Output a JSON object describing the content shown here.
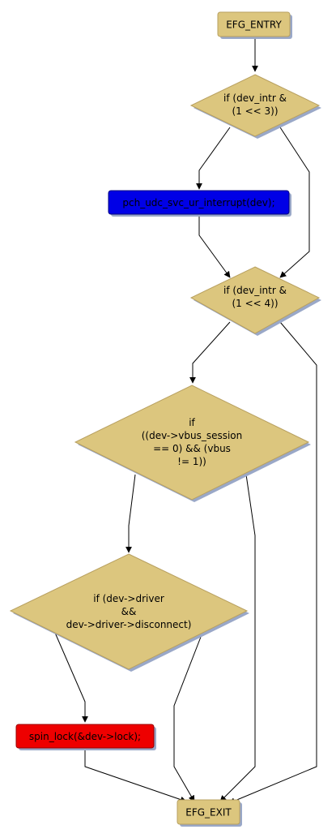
{
  "colors": {
    "decision_fill": "#dcc67e",
    "decision_stroke": "#b8a060",
    "shadow": "#9aa8c8",
    "entry_exit_fill": "#dcc67e",
    "process_blue": "#0000e6",
    "process_red": "#ee0000",
    "edge": "#000000"
  },
  "nodes": {
    "entry": {
      "label": "EFG_ENTRY"
    },
    "decision1": {
      "lines": [
        "if (dev_intr &",
        "(1 << 3))"
      ]
    },
    "process_ur": {
      "label": "pch_udc_svc_ur_interrupt(dev);"
    },
    "decision2": {
      "lines": [
        "if (dev_intr &",
        "(1 << 4))"
      ]
    },
    "decision3": {
      "lines": [
        "if",
        "((dev->vbus_session",
        "== 0) && (vbus",
        "!= 1))"
      ]
    },
    "decision4": {
      "lines": [
        "if (dev->driver",
        "&&",
        "dev->driver->disconnect)"
      ]
    },
    "process_lock": {
      "label": "spin_lock(&dev->lock);"
    },
    "exit": {
      "label": "EFG_EXIT"
    }
  }
}
